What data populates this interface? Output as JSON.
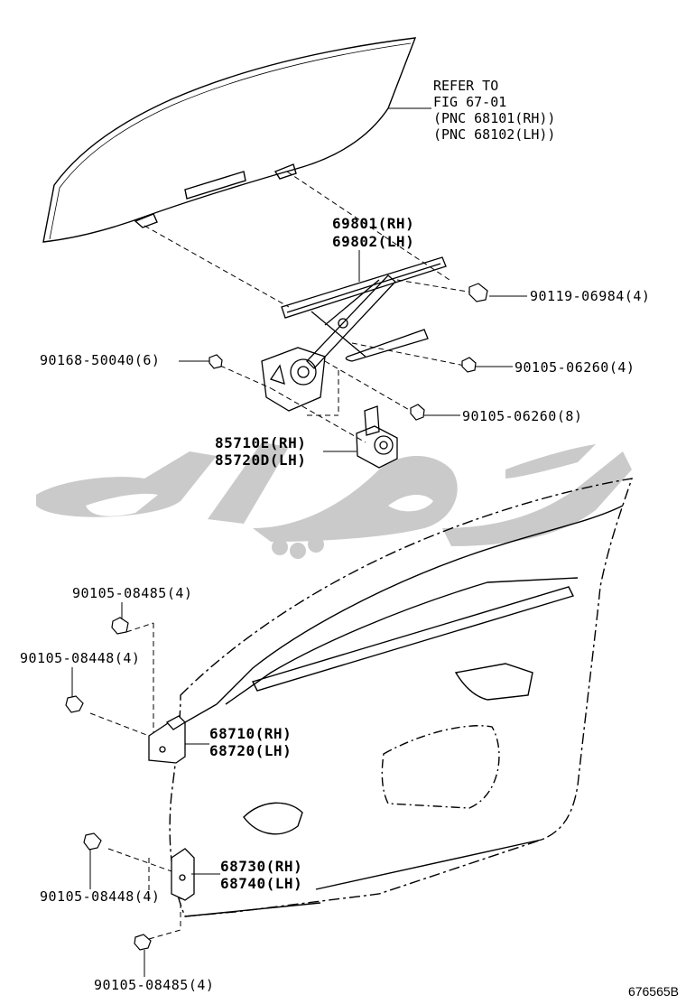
{
  "reference": {
    "line1": "REFER TO",
    "line2": "FIG 67-01",
    "line3": "(PNC 68101(RH))",
    "line4": "(PNC 68102(LH))"
  },
  "parts": {
    "regulator_rh": "69801(RH)",
    "regulator_lh": "69802(LH)",
    "bolt_regulator_top": "90119-06984(4)",
    "bolt_regulator_mid": "90105-06260(4)",
    "nut_regulator": "90168-50040(6)",
    "bolt_regulator_low": "90105-06260(8)",
    "motor_rh": "85710E(RH)",
    "motor_lh": "85720D(LH)",
    "bolt_upper_hinge_a": "90105-08485(4)",
    "bolt_upper_hinge_b": "90105-08448(4)",
    "upper_hinge_rh": "68710(RH)",
    "upper_hinge_lh": "68720(LH)",
    "lower_hinge_rh": "68730(RH)",
    "lower_hinge_lh": "68740(LH)",
    "bolt_lower_hinge_a": "90105-08448(4)",
    "bolt_lower_hinge_b": "90105-08485(4)"
  },
  "figure_id": "676565B",
  "colors": {
    "line": "#000000",
    "watermark": "#c8c8c8"
  }
}
